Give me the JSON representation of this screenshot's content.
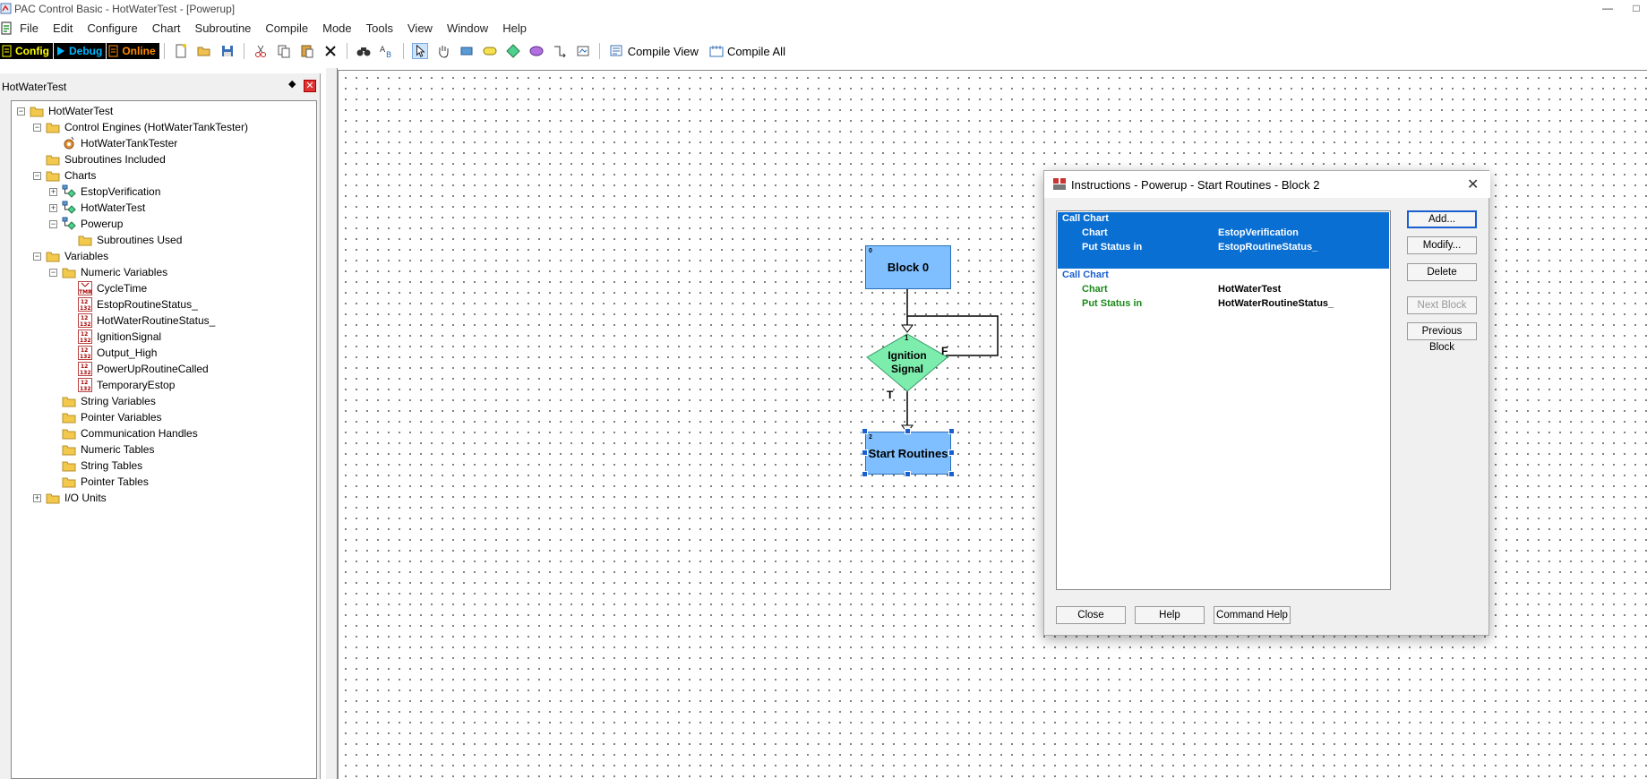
{
  "window": {
    "title": "PAC Control Basic - HotWaterTest - [Powerup]",
    "minimize": "—",
    "maximize": "□"
  },
  "menu": [
    "File",
    "Edit",
    "Configure",
    "Chart",
    "Subroutine",
    "Compile",
    "Mode",
    "Tools",
    "View",
    "Window",
    "Help"
  ],
  "toolbar": {
    "modes": [
      {
        "label": "Config",
        "color": "#ffff00"
      },
      {
        "label": "Debug",
        "color": "#00b7ff"
      },
      {
        "label": "Online",
        "color": "#ff8c00"
      }
    ],
    "compile_view": "Compile View",
    "compile_all": "Compile All"
  },
  "strategy_tree": {
    "title": "HotWaterTest",
    "pin": "◆",
    "close": "✕",
    "items": [
      {
        "label": "HotWaterTest",
        "depth": 0,
        "icon": "folder",
        "exp": "−"
      },
      {
        "label": "Control Engines (HotWaterTankTester)",
        "depth": 1,
        "icon": "folder",
        "exp": "−"
      },
      {
        "label": "HotWaterTankTester",
        "depth": 2,
        "icon": "engine",
        "exp": ""
      },
      {
        "label": "Subroutines Included",
        "depth": 1,
        "icon": "folder",
        "exp": ""
      },
      {
        "label": "Charts",
        "depth": 1,
        "icon": "folder",
        "exp": "−"
      },
      {
        "label": "EstopVerification",
        "depth": 2,
        "icon": "chart",
        "exp": "+"
      },
      {
        "label": "HotWaterTest",
        "depth": 2,
        "icon": "chart",
        "exp": "+"
      },
      {
        "label": "Powerup",
        "depth": 2,
        "icon": "chart",
        "exp": "−"
      },
      {
        "label": "Subroutines Used",
        "depth": 3,
        "icon": "folder",
        "exp": ""
      },
      {
        "label": "Variables",
        "depth": 1,
        "icon": "folder",
        "exp": "−"
      },
      {
        "label": "Numeric Variables",
        "depth": 2,
        "icon": "folder",
        "exp": "−"
      },
      {
        "label": "CycleTime",
        "depth": 3,
        "icon": "timer",
        "exp": ""
      },
      {
        "label": "EstopRoutineStatus_",
        "depth": 3,
        "icon": "num",
        "exp": ""
      },
      {
        "label": "HotWaterRoutineStatus_",
        "depth": 3,
        "icon": "num",
        "exp": ""
      },
      {
        "label": "IgnitionSignal",
        "depth": 3,
        "icon": "num",
        "exp": ""
      },
      {
        "label": "Output_High",
        "depth": 3,
        "icon": "num",
        "exp": ""
      },
      {
        "label": "PowerUpRoutineCalled",
        "depth": 3,
        "icon": "num",
        "exp": ""
      },
      {
        "label": "TemporaryEstop",
        "depth": 3,
        "icon": "num",
        "exp": ""
      },
      {
        "label": "String Variables",
        "depth": 2,
        "icon": "folder",
        "exp": ""
      },
      {
        "label": "Pointer Variables",
        "depth": 2,
        "icon": "folder",
        "exp": ""
      },
      {
        "label": "Communication Handles",
        "depth": 2,
        "icon": "folder",
        "exp": ""
      },
      {
        "label": "Numeric Tables",
        "depth": 2,
        "icon": "folder",
        "exp": ""
      },
      {
        "label": "String Tables",
        "depth": 2,
        "icon": "folder",
        "exp": ""
      },
      {
        "label": "Pointer Tables",
        "depth": 2,
        "icon": "folder",
        "exp": ""
      },
      {
        "label": "I/O Units",
        "depth": 1,
        "icon": "folder",
        "exp": "+"
      }
    ]
  },
  "flowchart": {
    "block0": {
      "label": "Block 0",
      "num": "0"
    },
    "condition": {
      "line1": "Ignition",
      "line2": "Signal",
      "num": "1",
      "true_label": "T",
      "false_label": "F"
    },
    "block2": {
      "label": "Start Routines",
      "num": "2"
    }
  },
  "dialog": {
    "title": "Instructions - Powerup - Start Routines - Block 2",
    "close": "✕",
    "instructions": [
      {
        "name": "Call Chart",
        "args": [
          {
            "label": "Chart",
            "value": "EstopVerification"
          },
          {
            "label": "Put Status in",
            "value": "EstopRoutineStatus_"
          }
        ]
      },
      {
        "name": "Call Chart",
        "args": [
          {
            "label": "Chart",
            "value": "HotWaterTest"
          },
          {
            "label": "Put Status in",
            "value": "HotWaterRoutineStatus_"
          }
        ]
      }
    ],
    "buttons": {
      "add": "Add...",
      "modify": "Modify...",
      "delete": "Delete",
      "next_block": "Next Block",
      "previous_block": "Previous Block",
      "close": "Close",
      "help": "Help",
      "command_help": "Command Help"
    }
  }
}
